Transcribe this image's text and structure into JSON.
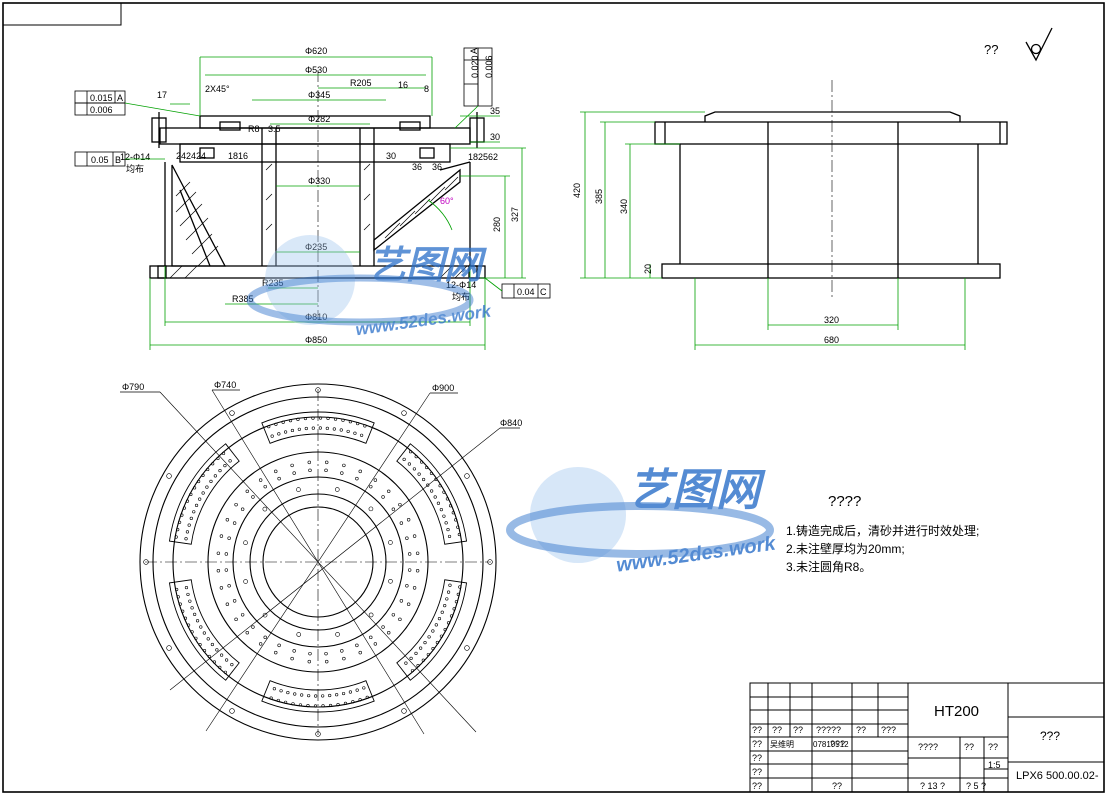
{
  "colors": {
    "line": "#000000",
    "dimension": "#00a000",
    "annotation": "#c000c0",
    "watermark": "#2a6fc9",
    "watermark_light": "#9cc2ee"
  },
  "corner_symbol": "??",
  "watermark": {
    "brand": "艺图网",
    "url": "www.52des.work"
  },
  "front_view": {
    "dims": {
      "d620": "Φ620",
      "d530": "Φ530",
      "r205": "R205",
      "d345": "Φ345",
      "d282": "Φ282",
      "d330": "Φ330",
      "d235": "Φ235",
      "r235": "R235",
      "r385": "R385",
      "d810": "Φ810",
      "d850": "Φ850",
      "chamfer": "2X45°",
      "depth16": "16",
      "depth8": "8",
      "len17": "17",
      "h30": "30",
      "h35": "35",
      "h327": "327",
      "h280": "280",
      "ang60": "60°",
      "h3_5": "3.5",
      "w24a": "24",
      "w24b": "24",
      "w24c": "24",
      "w18": "18",
      "w16": "16",
      "r8": "R8",
      "holes_top": "12-Φ14",
      "holes_top_note": "均布",
      "holes_bottom": "12-Φ14",
      "holes_bottom_note": "均布",
      "side_left": "36",
      "side_right": "36",
      "gap30": "30",
      "s18": "18",
      "s25": "25",
      "s62": "62"
    },
    "tolerances": {
      "flatness_top_left": "0.015",
      "flatness_top_left_ref": "A",
      "parallel_left": "0.006",
      "flatness_mid_left": "0.05",
      "flatness_mid_left_ref": "B",
      "flatness_top_right": "0.020",
      "flatness_top_right_ref": "A",
      "parallel_right": "0.006",
      "flatness_bottom": "0.04",
      "flatness_bottom_ref": "C"
    }
  },
  "side_view": {
    "dims": {
      "h420": "420",
      "h385": "385",
      "h340": "340",
      "h20": "20",
      "w320": "320",
      "w680": "680"
    }
  },
  "top_view": {
    "dims": {
      "d790": "Φ790",
      "d740": "Φ740",
      "d900": "Φ900",
      "d840": "Φ840"
    }
  },
  "notes": {
    "title": "????",
    "items": [
      "1.铸造完成后，清砂并进行时效处理;",
      "2.未注壁厚均为20mm;",
      "3.未注圆角R8。"
    ]
  },
  "title_block": {
    "material": "HT200",
    "name": "???",
    "drawing_no": "LPX6 500.00.02-",
    "scale": "1:5",
    "c1": "??",
    "c2": "??",
    "c3": "??",
    "c4": "?????",
    "c5": "??",
    "c6": "???",
    "designer": "??",
    "designer_name": "吴维明",
    "date": "07810512",
    "std": "???",
    "check": "??",
    "process": "??",
    "approve": "??",
    "weight_label": "????",
    "weight_unit": "??",
    "scale_label": "??",
    "sheets": "? 13 ?",
    "sheet_no": "? 5 ?"
  }
}
